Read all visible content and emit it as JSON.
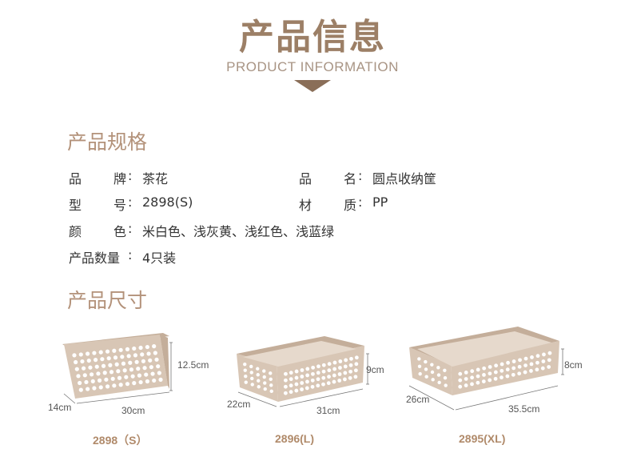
{
  "header": {
    "title": "产品信息",
    "subtitle": "PRODUCT INFORMATION"
  },
  "specs_section": {
    "title": "产品规格",
    "rows": [
      {
        "label_a": "品",
        "label_b": "牌",
        "value": "茶花"
      },
      {
        "label_a": "品",
        "label_b": "名",
        "value": "圆点收纳筐"
      },
      {
        "label_a": "型",
        "label_b": "号",
        "value": "2898(S)"
      },
      {
        "label_a": "材",
        "label_b": "质",
        "value": "PP"
      },
      {
        "label_a": "颜",
        "label_b": "色",
        "value": "米白色、浅灰黄、浅红色、浅蓝绿"
      },
      {
        "label_full": "产品数量",
        "value": "4只装"
      }
    ]
  },
  "size_section": {
    "title": "产品尺寸",
    "products": [
      {
        "model": "2898（S）",
        "height": "12.5cm",
        "depth": "14cm",
        "width": "30cm"
      },
      {
        "model": "2896(L)",
        "height": "9cm",
        "depth": "22cm",
        "width": "31cm"
      },
      {
        "model": "2895(XL)",
        "height": "8cm",
        "depth": "26cm",
        "width": "35.5cm"
      }
    ]
  },
  "colors": {
    "title": "#9c7f66",
    "section": "#b3927a",
    "basket": "#d8c6b5",
    "basket_dark": "#c4ae9a",
    "model_label": "#b08a6a"
  }
}
